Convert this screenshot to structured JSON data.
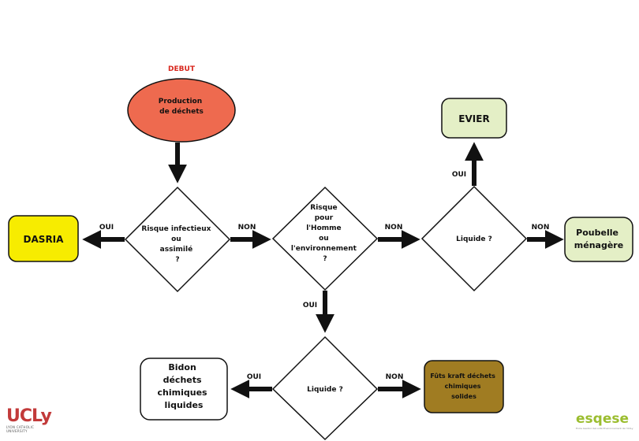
{
  "start_label": "DEBUT",
  "nodes": {
    "production": [
      "Production",
      "de déchets"
    ],
    "risque_infectieux": [
      "Risque infectieux",
      "ou",
      "assimilé",
      "?"
    ],
    "risque_homme": [
      "Risque",
      "pour",
      "l'Homme",
      "ou",
      "l'environnement",
      "?"
    ],
    "liquide_top": [
      "Liquide ?"
    ],
    "liquide_bottom": [
      "Liquide ?"
    ],
    "dasria": [
      "DASRIA"
    ],
    "evier": [
      "EVIER"
    ],
    "poubelle": [
      "Poubelle",
      "ménagère"
    ],
    "bidon": [
      "Bidon",
      "déchets",
      "chimiques",
      "liquides"
    ],
    "futs": [
      "Fûts kraft déchets",
      "chimiques",
      "solides"
    ]
  },
  "edges": {
    "to_dasria": "OUI",
    "to_risque_homme": "NON",
    "to_liquide_top": "NON",
    "to_poubelle": "NON",
    "to_evier": "OUI",
    "to_liquide_bottom": "OUI",
    "to_bidon": "OUI",
    "to_futs": "NON"
  },
  "colors": {
    "start": "#ee6a4f",
    "dasria": "#f7ec00",
    "evier": "#e4efc6",
    "poubelle": "#e4efc6",
    "bidon": "#ffffff",
    "futs": "#a07c22",
    "debut_text": "#d8261c",
    "arrow": "#111111"
  },
  "logos": {
    "left_main": "UCLy",
    "left_sub": [
      "LYON CATHOLIC",
      "UNIVERSITY"
    ],
    "right_main": "esqese",
    "right_sub": "Ecole Gestion Sécurité Environnement de l'UCLy"
  }
}
